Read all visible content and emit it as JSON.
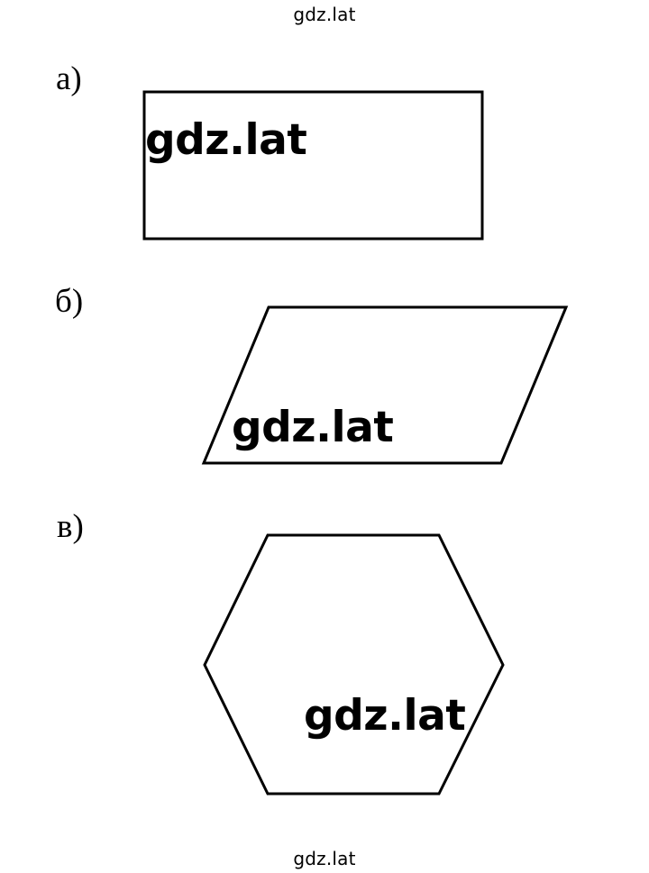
{
  "watermarks": {
    "top": "gdz.lat",
    "bottom": "gdz.lat",
    "rectangle": "gdz.lat",
    "parallelogram": "gdz.lat",
    "hexagon": "gdz.lat"
  },
  "parts": [
    {
      "label": "а)",
      "shape": "rectangle"
    },
    {
      "label": "б)",
      "shape": "parallelogram"
    },
    {
      "label": "в)",
      "shape": "hexagon"
    }
  ],
  "colors": {
    "background": "#ffffff",
    "stroke": "#000000",
    "text": "#000000"
  }
}
